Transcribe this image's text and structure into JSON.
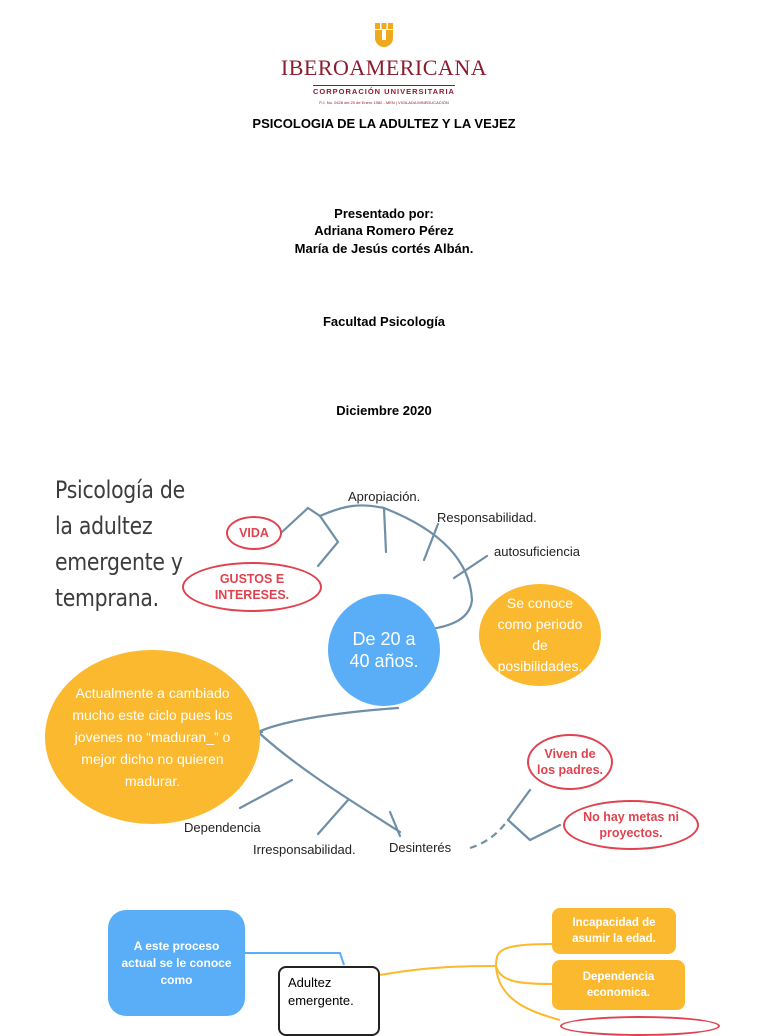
{
  "cover": {
    "logo": {
      "name": "IBEROAMERICANA",
      "subtitle": "CORPORACIÓN UNIVERSITARIA",
      "fine_print": "P.J. No. 0428 del 20 de Enero 1982 - MEN | VIGILADA MINEDUCACIÓN",
      "colors": {
        "primary": "#8c1c2e",
        "accent": "#f0a81c"
      }
    },
    "course_title": "PSICOLOGIA DE LA ADULTEZ Y LA VEJEZ",
    "presented_by_label": "Presentado por:",
    "authors": [
      "Adriana Romero Pérez",
      "María de Jesús cortés Albán."
    ],
    "faculty": "Facultad Psicología",
    "date": "Diciembre 2020"
  },
  "mindmap": {
    "title": "Psicología de la adultez emergente y temprana.",
    "center": "De 20 a 40 años.",
    "left_ovals": [
      "VIDA",
      "GUSTOS E INTERESES."
    ],
    "upper_branches": [
      "Apropiación.",
      "Responsabilidad.",
      "autosuficiencia"
    ],
    "right_circle": "Se conoce como periodo de posibilidades.",
    "left_circle": "Actualmente a cambiado mucho este ciclo pues los jovenes no “maduran_” o mejor dicho no quieren madurar.",
    "lower_branches": [
      "Dependencia",
      "Irresponsabilidad.",
      "Desinterés"
    ],
    "right_ovals": [
      "Viven de los padres.",
      "No hay metas ni proyectos."
    ],
    "colors": {
      "blue": "#59aef7",
      "yellow": "#fbb92f",
      "red": "#e0434f",
      "line": "#6e8fa6"
    }
  },
  "bottom_map": {
    "process_box": "A este proceso actual se le conoce como",
    "center_box": "Adultez emergente.",
    "right_boxes": [
      "Incapacidad de asumir la edad.",
      "Dependencia economica."
    ]
  }
}
